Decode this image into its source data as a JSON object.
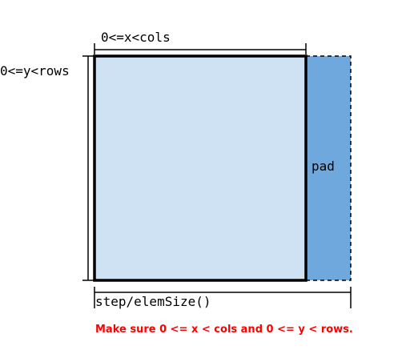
{
  "labels": {
    "cols_range": "0<=x<cols",
    "rows_range": "0<=y<rows",
    "pad": "pad",
    "step": "step/elemSize()"
  },
  "note": "Make sure 0 <= x < cols and 0 <= y < rows.",
  "colors": {
    "matrix_fill": "#cfe2f3",
    "pad_fill": "#6fa8dc",
    "note_text": "#ff0000",
    "lines": "#000000"
  }
}
